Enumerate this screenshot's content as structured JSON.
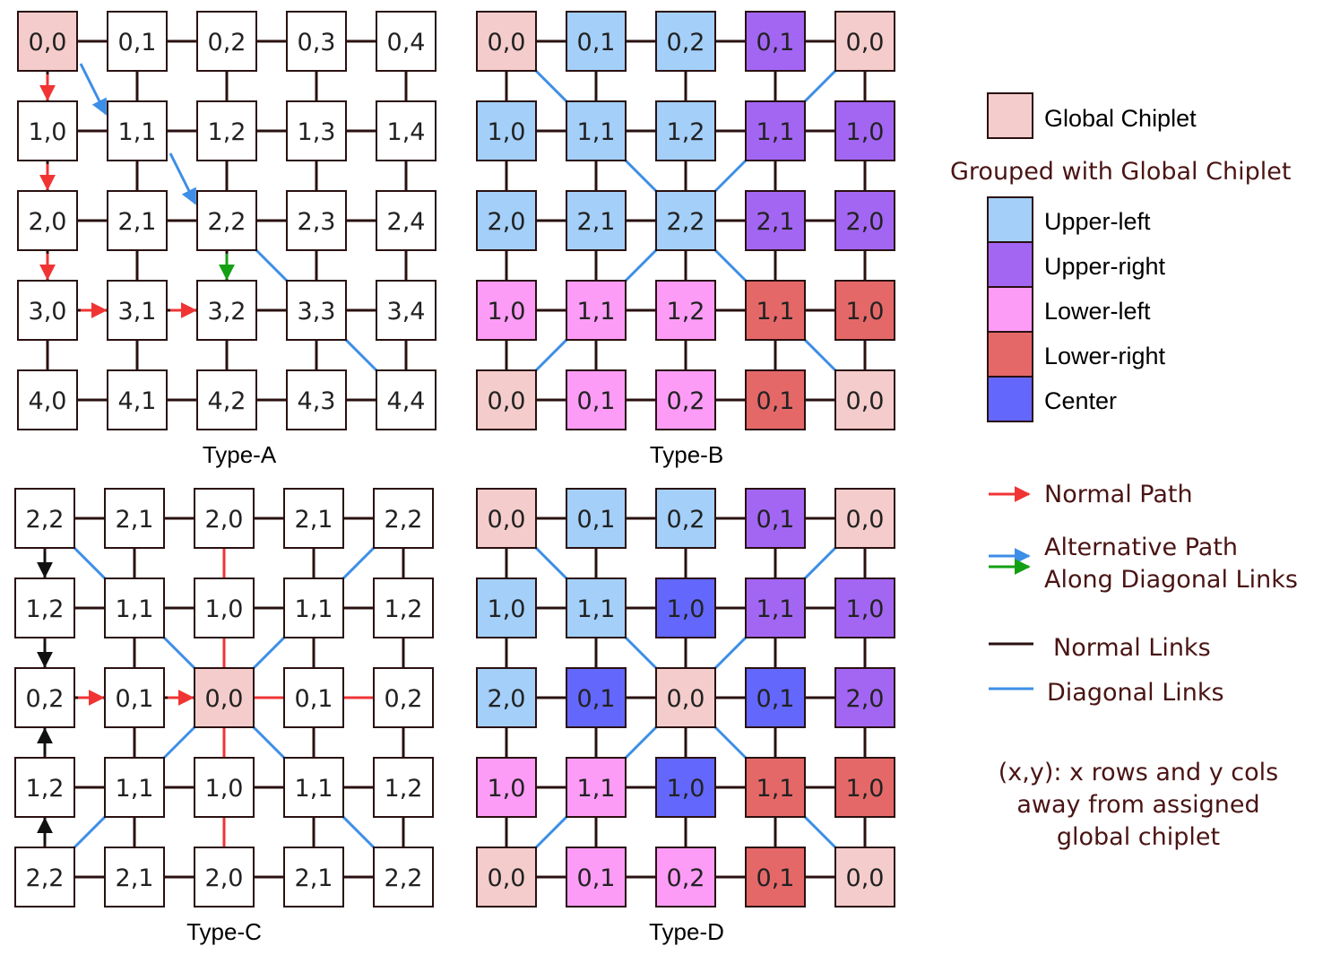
{
  "colors": {
    "global": "#f4cccb",
    "upper_left": "#a3cff9",
    "upper_right": "#a366f3",
    "lower_left": "#fc9cf6",
    "lower_right": "#e56868",
    "center": "#6367fc",
    "node_border": "#2a1010",
    "normal_link": "#2a1010",
    "diagonal_link": "#3d8ee6",
    "normal_path": "#f03434",
    "alt_path_blue": "#3d8ee6",
    "alt_path_green": "#14a014"
  },
  "grids": [
    {
      "caption": "Type-A",
      "labels": [
        [
          "0,0",
          "0,1",
          "0,2",
          "0,3",
          "0,4"
        ],
        [
          "1,0",
          "1,1",
          "1,2",
          "1,3",
          "1,4"
        ],
        [
          "2,0",
          "2,1",
          "2,2",
          "2,3",
          "2,4"
        ],
        [
          "3,0",
          "3,1",
          "3,2",
          "3,3",
          "3,4"
        ],
        [
          "4,0",
          "4,1",
          "4,2",
          "4,3",
          "4,4"
        ]
      ],
      "groups": [
        [
          "global",
          "none",
          "none",
          "none",
          "none"
        ],
        [
          "none",
          "none",
          "none",
          "none",
          "none"
        ],
        [
          "none",
          "none",
          "none",
          "none",
          "none"
        ],
        [
          "none",
          "none",
          "none",
          "none",
          "none"
        ],
        [
          "none",
          "none",
          "none",
          "none",
          "none"
        ]
      ],
      "diagonals": [
        [
          2,
          2,
          3,
          3
        ],
        [
          3,
          3,
          4,
          4
        ]
      ],
      "red_links": [],
      "arrows": [
        {
          "from": [
            0,
            0
          ],
          "to": [
            1,
            0
          ],
          "kind": "normal_path"
        },
        {
          "from": [
            1,
            0
          ],
          "to": [
            2,
            0
          ],
          "kind": "normal_path"
        },
        {
          "from": [
            2,
            0
          ],
          "to": [
            3,
            0
          ],
          "kind": "normal_path"
        },
        {
          "from": [
            3,
            0
          ],
          "to": [
            3,
            1
          ],
          "kind": "normal_path"
        },
        {
          "from": [
            3,
            1
          ],
          "to": [
            3,
            2
          ],
          "kind": "normal_path"
        },
        {
          "from": [
            0,
            0
          ],
          "to": [
            1,
            1
          ],
          "kind": "alt_path_blue"
        },
        {
          "from": [
            1,
            1
          ],
          "to": [
            2,
            2
          ],
          "kind": "alt_path_blue"
        },
        {
          "from": [
            2,
            2
          ],
          "to": [
            3,
            2
          ],
          "kind": "alt_path_green"
        }
      ]
    },
    {
      "caption": "Type-B",
      "labels": [
        [
          "0,0",
          "0,1",
          "0,2",
          "0,1",
          "0,0"
        ],
        [
          "1,0",
          "1,1",
          "1,2",
          "1,1",
          "1,0"
        ],
        [
          "2,0",
          "2,1",
          "2,2",
          "2,1",
          "2,0"
        ],
        [
          "1,0",
          "1,1",
          "1,2",
          "1,1",
          "1,0"
        ],
        [
          "0,0",
          "0,1",
          "0,2",
          "0,1",
          "0,0"
        ]
      ],
      "groups": [
        [
          "global",
          "upper_left",
          "upper_left",
          "upper_right",
          "global"
        ],
        [
          "upper_left",
          "upper_left",
          "upper_left",
          "upper_right",
          "upper_right"
        ],
        [
          "upper_left",
          "upper_left",
          "upper_left",
          "upper_right",
          "upper_right"
        ],
        [
          "lower_left",
          "lower_left",
          "lower_left",
          "lower_right",
          "lower_right"
        ],
        [
          "global",
          "lower_left",
          "lower_left",
          "lower_right",
          "global"
        ]
      ],
      "diagonals": [
        [
          0,
          0,
          1,
          1
        ],
        [
          1,
          1,
          2,
          2
        ],
        [
          0,
          4,
          1,
          3
        ],
        [
          1,
          3,
          2,
          2
        ],
        [
          4,
          0,
          3,
          1
        ],
        [
          3,
          1,
          2,
          2
        ],
        [
          4,
          4,
          3,
          3
        ],
        [
          3,
          3,
          2,
          2
        ]
      ],
      "red_links": [],
      "arrows": []
    },
    {
      "caption": "Type-C",
      "labels": [
        [
          "2,2",
          "2,1",
          "2,0",
          "2,1",
          "2,2"
        ],
        [
          "1,2",
          "1,1",
          "1,0",
          "1,1",
          "1,2"
        ],
        [
          "0,2",
          "0,1",
          "0,0",
          "0,1",
          "0,2"
        ],
        [
          "1,2",
          "1,1",
          "1,0",
          "1,1",
          "1,2"
        ],
        [
          "2,2",
          "2,1",
          "2,0",
          "2,1",
          "2,2"
        ]
      ],
      "groups": [
        [
          "none",
          "none",
          "none",
          "none",
          "none"
        ],
        [
          "none",
          "none",
          "none",
          "none",
          "none"
        ],
        [
          "none",
          "none",
          "global",
          "none",
          "none"
        ],
        [
          "none",
          "none",
          "none",
          "none",
          "none"
        ],
        [
          "none",
          "none",
          "none",
          "none",
          "none"
        ]
      ],
      "diagonals": [
        [
          0,
          0,
          1,
          1
        ],
        [
          1,
          1,
          2,
          2
        ],
        [
          0,
          4,
          1,
          3
        ],
        [
          1,
          3,
          2,
          2
        ],
        [
          4,
          0,
          3,
          1
        ],
        [
          3,
          1,
          2,
          2
        ],
        [
          4,
          4,
          3,
          3
        ],
        [
          3,
          3,
          2,
          2
        ]
      ],
      "red_links": [
        [
          0,
          2,
          1,
          2
        ],
        [
          1,
          2,
          2,
          2
        ],
        [
          2,
          2,
          2,
          3
        ],
        [
          2,
          3,
          2,
          4
        ],
        [
          2,
          2,
          3,
          2
        ],
        [
          3,
          2,
          4,
          2
        ]
      ],
      "arrows": [
        {
          "from": [
            0,
            0
          ],
          "to": [
            1,
            0
          ],
          "kind": "black"
        },
        {
          "from": [
            1,
            0
          ],
          "to": [
            2,
            0
          ],
          "kind": "black"
        },
        {
          "from": [
            4,
            0
          ],
          "to": [
            3,
            0
          ],
          "kind": "black"
        },
        {
          "from": [
            3,
            0
          ],
          "to": [
            2,
            0
          ],
          "kind": "black"
        },
        {
          "from": [
            2,
            0
          ],
          "to": [
            2,
            1
          ],
          "kind": "normal_path"
        },
        {
          "from": [
            2,
            1
          ],
          "to": [
            2,
            2
          ],
          "kind": "normal_path"
        }
      ]
    },
    {
      "caption": "Type-D",
      "labels": [
        [
          "0,0",
          "0,1",
          "0,2",
          "0,1",
          "0,0"
        ],
        [
          "1,0",
          "1,1",
          "1,0",
          "1,1",
          "1,0"
        ],
        [
          "2,0",
          "0,1",
          "0,0",
          "0,1",
          "2,0"
        ],
        [
          "1,0",
          "1,1",
          "1,0",
          "1,1",
          "1,0"
        ],
        [
          "0,0",
          "0,1",
          "0,2",
          "0,1",
          "0,0"
        ]
      ],
      "groups": [
        [
          "global",
          "upper_left",
          "upper_left",
          "upper_right",
          "global"
        ],
        [
          "upper_left",
          "upper_left",
          "center",
          "upper_right",
          "upper_right"
        ],
        [
          "upper_left",
          "center",
          "global",
          "center",
          "upper_right"
        ],
        [
          "lower_left",
          "lower_left",
          "center",
          "lower_right",
          "lower_right"
        ],
        [
          "global",
          "lower_left",
          "lower_left",
          "lower_right",
          "global"
        ]
      ],
      "diagonals": [
        [
          0,
          0,
          1,
          1
        ],
        [
          1,
          1,
          2,
          2
        ],
        [
          0,
          4,
          1,
          3
        ],
        [
          1,
          3,
          2,
          2
        ],
        [
          4,
          0,
          3,
          1
        ],
        [
          3,
          1,
          2,
          2
        ],
        [
          4,
          4,
          3,
          3
        ],
        [
          3,
          3,
          2,
          2
        ]
      ],
      "red_links": [],
      "arrows": []
    }
  ],
  "legend": {
    "global_label": "Global Chiplet",
    "grouped_title": "Grouped with Global Chiplet",
    "groups": [
      {
        "key": "upper_left",
        "label": "Upper-left"
      },
      {
        "key": "upper_right",
        "label": "Upper-right"
      },
      {
        "key": "lower_left",
        "label": "Lower-left"
      },
      {
        "key": "lower_right",
        "label": "Lower-right"
      },
      {
        "key": "center",
        "label": "Center"
      }
    ],
    "normal_path": "Normal Path",
    "alt_path_line1": "Alternative  Path",
    "alt_path_line2": "Along Diagonal Links",
    "normal_links": "Normal Links",
    "diagonal_links": "Diagonal Links",
    "note_line1": "(x,y): x rows and y cols",
    "note_line2": "away from assigned",
    "note_line3": "global chiplet"
  }
}
